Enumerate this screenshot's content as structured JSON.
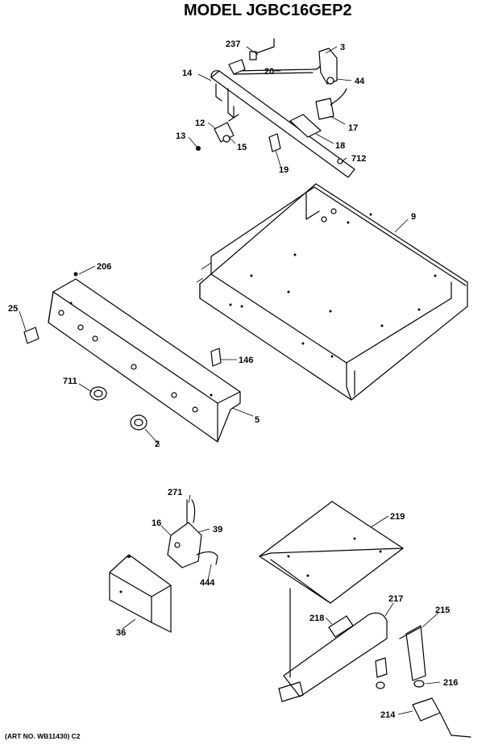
{
  "title": "MODEL JGBC16GEP2",
  "footer": "(ART NO. WB11430) C2",
  "callouts": {
    "p237": "237",
    "p3": "3",
    "p14": "14",
    "p20": "20",
    "p44": "44",
    "p12": "12",
    "p13": "13",
    "p15": "15",
    "p17": "17",
    "p18": "18",
    "p712": "712",
    "p19": "19",
    "p9": "9",
    "p206": "206",
    "p25": "25",
    "p146": "146",
    "p711": "711",
    "p5": "5",
    "p2": "2",
    "p271": "271",
    "p16": "16",
    "p39": "39",
    "p444": "444",
    "p36": "36",
    "p219": "219",
    "p217": "217",
    "p218": "218",
    "p215": "215",
    "p216": "216",
    "p214": "214"
  }
}
